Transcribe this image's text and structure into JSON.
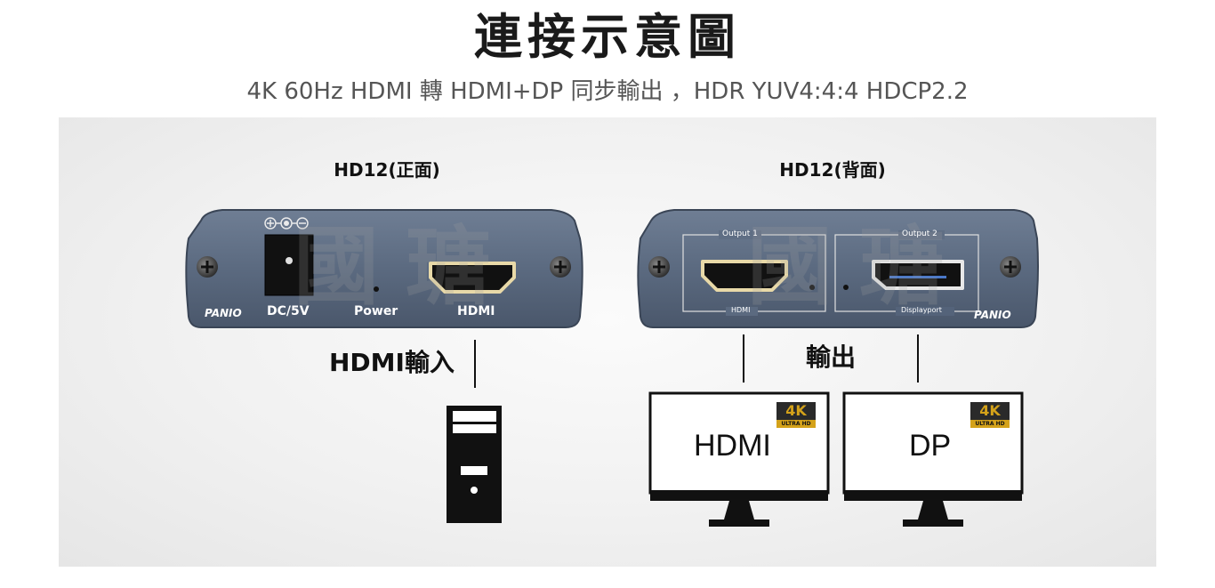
{
  "title": "連接示意圖",
  "subtitle": "4K 60Hz HDMI 轉 HDMI+DP 同步輸出 ，HDR YUV4:4:4 HDCP2.2",
  "front": {
    "title": "HD12(正面)",
    "brand": "PANIO",
    "ports": {
      "dc": "DC/5V",
      "power": "Power",
      "hdmi": "HDMI"
    }
  },
  "back": {
    "title": "HD12(背面)",
    "brand": "PANIO",
    "output1": "Output 1",
    "output2": "Output 2",
    "hdmi_port": "HDMI",
    "dp_port": "Displayport"
  },
  "watermark": "國瑭",
  "input_label": "HDMI輸入",
  "output_label": "輸出",
  "monitors": [
    {
      "label": "HDMI",
      "badge_main": "4K",
      "badge_sub": "ULTRA HD"
    },
    {
      "label": "DP",
      "badge_main": "4K",
      "badge_sub": "ULTRA HD"
    }
  ],
  "colors": {
    "device_body": "#5b6a80",
    "device_dark": "#3e4b5e",
    "panel_bg": "#eeeeee"
  }
}
